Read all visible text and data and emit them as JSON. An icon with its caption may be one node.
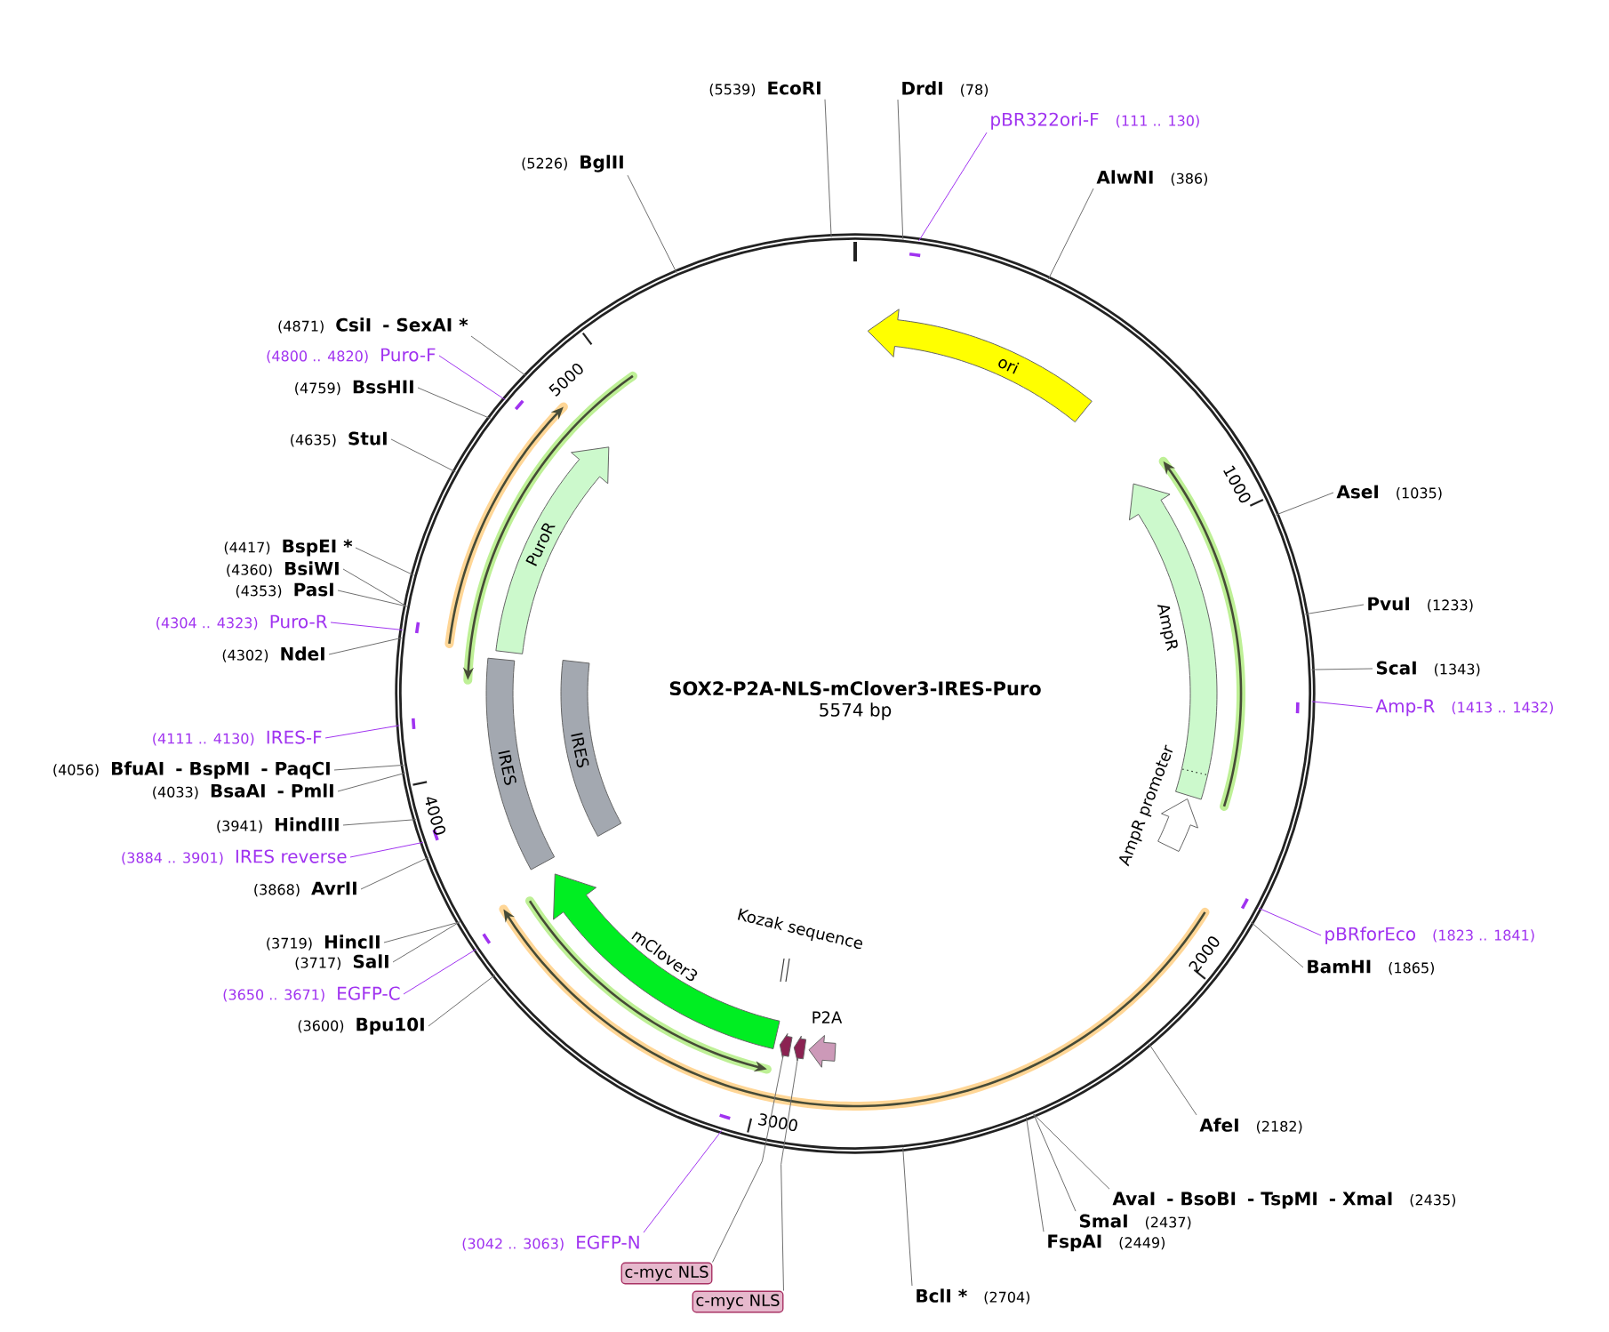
{
  "diagram": {
    "title": "SOX2-P2A-NLS-mClover3-IRES-Puro",
    "nodes": [
      {
        "text": [],
        "shape": "circle"
      },
      {
        "text": [
          "ori"
        ],
        "in": 0
      },
      {
        "text": [],
        "shape": "arrow",
        "beside": [
          "AmpR"
        ],
        "in": 0
      },
      {
        "text": [],
        "shape": "arrow",
        "beside": [
          "AmpR promoter"
        ],
        "in": 0
      },
      {
        "text": [],
        "shape": "arrow",
        "beside": [
          "P2A"
        ],
        "in": 0
      },
      {
        "text": [],
        "shape": "arrow",
        "in": 0
      },
      {
        "text": [],
        "shape": "arrow",
        "in": 0
      },
      {
        "text": [
          "Kozak sequence"
        ],
        "in": 0
      },
      {
        "text": [],
        "shape": "arrow",
        "beside": [
          "mClover3"
        ],
        "in": 0
      },
      {
        "text": [
          "IRES"
        ],
        "in": 0
      },
      {
        "text": [
          "IRES"
        ],
        "in": 0
      },
      {
        "text": [
          "PuroR"
        ],
        "in": 0
      },
      {
        "text": [
          "c-myc NLS"
        ]
      },
      {
        "text": [
          "c-myc NLS"
        ]
      },
      {
        "text": [
          "EcoRI"
        ],
        "beside": [
          "(5539)"
        ]
      },
      {
        "text": [
          "DrdI"
        ],
        "beside": [
          "(78)"
        ]
      },
      {
        "text": [
          "pBR322ori-F"
        ],
        "beside": [
          "(111 .. 130)"
        ]
      },
      {
        "text": [
          "BglII"
        ],
        "beside": [
          "(5226)"
        ]
      },
      {
        "text": [
          "AlwNI"
        ],
        "beside": [
          "(386)"
        ]
      },
      {
        "text": [
          "CsiI",
          "- SexAI *"
        ],
        "beside": [
          "(4871)"
        ]
      },
      {
        "text": [
          "Puro-F"
        ],
        "beside": [
          "(4800 .. 4820)"
        ]
      },
      {
        "text": [
          "BssHII"
        ],
        "beside": [
          "(4759)"
        ]
      },
      {
        "text": [
          "StuI"
        ],
        "beside": [
          "(4635)"
        ]
      },
      {
        "text": [
          "AseI"
        ],
        "beside": [
          "(1035)"
        ]
      },
      {
        "text": [
          "BspEI *"
        ],
        "beside": [
          "(4417)"
        ]
      },
      {
        "text": [
          "BsiWI"
        ],
        "beside": [
          "(4360)"
        ]
      },
      {
        "text": [
          "PasI"
        ],
        "beside": [
          "(4353)"
        ]
      },
      {
        "text": [
          "PvuI"
        ],
        "beside": [
          "(1233)"
        ]
      },
      {
        "text": [
          "Puro-R"
        ],
        "beside": [
          "(4304 .. 4323)"
        ]
      },
      {
        "text": [
          "NdeI"
        ],
        "beside": [
          "(4302)"
        ]
      },
      {
        "text": [
          "ScaI"
        ],
        "beside": [
          "(1343)"
        ]
      },
      {
        "text": [
          "Amp-R"
        ],
        "beside": [
          "(1413 .. 1432)"
        ]
      },
      {
        "text": [
          "IRES-F"
        ],
        "beside": [
          "(4111 .. 4130)"
        ]
      },
      {
        "text": [
          "BfuAI",
          "- BspMI",
          "- PaqCI"
        ],
        "beside": [
          "(4056)"
        ]
      },
      {
        "text": [
          "BsaAI",
          "- PmlI"
        ],
        "beside": [
          "(4033)"
        ]
      },
      {
        "text": [
          "HindIII"
        ],
        "beside": [
          "(3941)"
        ]
      },
      {
        "text": [
          "IRES reverse"
        ],
        "beside": [
          "(3884 .. 3901)"
        ]
      },
      {
        "text": [
          "AvrII"
        ],
        "beside": [
          "(3868)"
        ]
      },
      {
        "text": [
          "pBRforEco"
        ],
        "beside": [
          "(1823 .. 1841)"
        ]
      },
      {
        "text": [
          "HincII"
        ],
        "beside": [
          "(3719)"
        ]
      },
      {
        "text": [
          "BamHI"
        ],
        "beside": [
          "(1865)"
        ]
      },
      {
        "text": [
          "SalI"
        ],
        "beside": [
          "(3717)"
        ]
      },
      {
        "text": [
          "EGFP-C"
        ],
        "beside": [
          "(3650 .. 3671)"
        ]
      },
      {
        "text": [
          "Bpu10I"
        ],
        "beside": [
          "(3600)"
        ]
      },
      {
        "text": [
          "AfeI"
        ],
        "beside": [
          "(2182)"
        ]
      },
      {
        "text": [
          "AvaI",
          "- BsoBI",
          "- TspMI",
          "- XmaI"
        ],
        "beside": [
          "(2435)"
        ]
      },
      {
        "text": [
          "SmaI"
        ],
        "beside": [
          "(2437)"
        ]
      },
      {
        "text": [
          "FspAI"
        ],
        "beside": [
          "(2449)"
        ]
      },
      {
        "text": [
          "EGFP-N"
        ],
        "beside": [
          "(3042 .. 3063)"
        ]
      },
      {
        "text": [
          "BclI *"
        ],
        "beside": [
          "(2704)"
        ]
      }
    ],
    "edges": [
      {
        "from": 12,
        "to": 5,
        "arrow": "none"
      },
      {
        "from": 13,
        "to": 6,
        "arrow": "none"
      },
      {
        "from": 14,
        "to": 0,
        "arrow": "none"
      },
      {
        "from": 15,
        "to": 0,
        "arrow": "none"
      },
      {
        "from": 16,
        "to": 0,
        "arrow": "none",
        "color": "#a033f0"
      },
      {
        "from": 17,
        "to": 0,
        "arrow": "none"
      },
      {
        "from": 18,
        "to": 0,
        "arrow": "none"
      },
      {
        "from": 19,
        "to": 0,
        "arrow": "none"
      },
      {
        "from": 20,
        "to": 0,
        "arrow": "none",
        "color": "#a033f0"
      },
      {
        "from": 21,
        "to": 0,
        "arrow": "none"
      },
      {
        "from": 22,
        "to": 0,
        "arrow": "none"
      },
      {
        "from": 23,
        "to": 0,
        "arrow": "none"
      },
      {
        "from": 24,
        "to": 0,
        "arrow": "none"
      },
      {
        "from": 25,
        "to": 0,
        "arrow": "none"
      },
      {
        "from": 26,
        "to": 0,
        "arrow": "none"
      },
      {
        "from": 27,
        "to": 0,
        "arrow": "none"
      },
      {
        "from": 28,
        "to": 0,
        "arrow": "none",
        "color": "#a033f0"
      },
      {
        "from": 29,
        "to": 0,
        "arrow": "none"
      },
      {
        "from": 30,
        "to": 0,
        "arrow": "none"
      },
      {
        "from": 31,
        "to": 0,
        "arrow": "none",
        "color": "#a033f0"
      },
      {
        "from": 32,
        "to": 0,
        "arrow": "none",
        "color": "#a033f0"
      },
      {
        "from": 33,
        "to": 0,
        "arrow": "none"
      },
      {
        "from": 34,
        "to": 0,
        "arrow": "none"
      },
      {
        "from": 35,
        "to": 0,
        "arrow": "none"
      },
      {
        "from": 36,
        "to": 0,
        "arrow": "none",
        "color": "#a033f0"
      },
      {
        "from": 37,
        "to": 0,
        "arrow": "none"
      },
      {
        "from": 38,
        "to": 0,
        "arrow": "none",
        "color": "#a033f0"
      },
      {
        "from": 39,
        "to": 0,
        "arrow": "none"
      },
      {
        "from": 40,
        "to": 0,
        "arrow": "none"
      },
      {
        "from": 41,
        "to": 0,
        "arrow": "none"
      },
      {
        "from": 42,
        "to": 0,
        "arrow": "none",
        "color": "#a033f0"
      },
      {
        "from": 43,
        "to": 0,
        "arrow": "none"
      },
      {
        "from": 44,
        "to": 0,
        "arrow": "none"
      },
      {
        "from": 45,
        "to": 0,
        "arrow": "none"
      },
      {
        "from": 46,
        "to": 0,
        "arrow": "none"
      },
      {
        "from": 47,
        "to": 0,
        "arrow": "none"
      },
      {
        "from": 48,
        "to": 0,
        "arrow": "none",
        "color": "#a033f0"
      },
      {
        "from": 49,
        "to": 0,
        "arrow": "none"
      }
    ],
    "labels": [
      "5574 bp",
      "1000",
      "2000",
      "3000",
      "4000",
      "5000"
    ]
  }
}
